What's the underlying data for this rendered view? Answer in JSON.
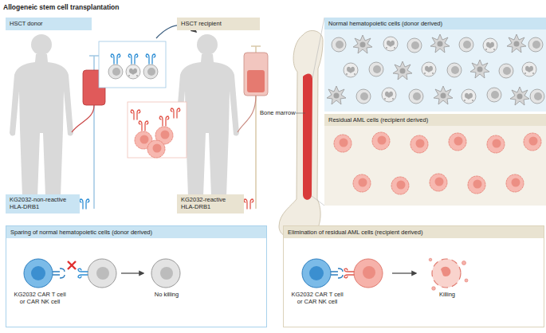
{
  "diagram": {
    "title": "Allogeneic stem cell transplantation",
    "nodes": [
      {
        "text": [
          "HSCT donor"
        ]
      },
      {
        "text": [
          "HSCT recipient"
        ]
      },
      {
        "text": [
          "Normal hematopoietic cells (donor derived)"
        ]
      },
      {
        "text": [
          "Residual AML cells (recipient derived)"
        ]
      },
      {
        "text": [
          "KG2032-non-reactive HLA-DRB1"
        ]
      },
      {
        "text": [
          "KG2032-reactive HLA-DRB1"
        ]
      },
      {
        "text": [
          "Sparing of normal hematopoietic cells (donor derived)",
          "KG2032 CAR T cell or CAR NK cell",
          "No killing"
        ]
      },
      {
        "text": [
          "Elimination of residual AML cells (recipient derived)",
          "KG2032 CAR T cell or CAR NK cell",
          "Killing"
        ]
      }
    ],
    "labels": [
      "Bone marrow"
    ]
  }
}
